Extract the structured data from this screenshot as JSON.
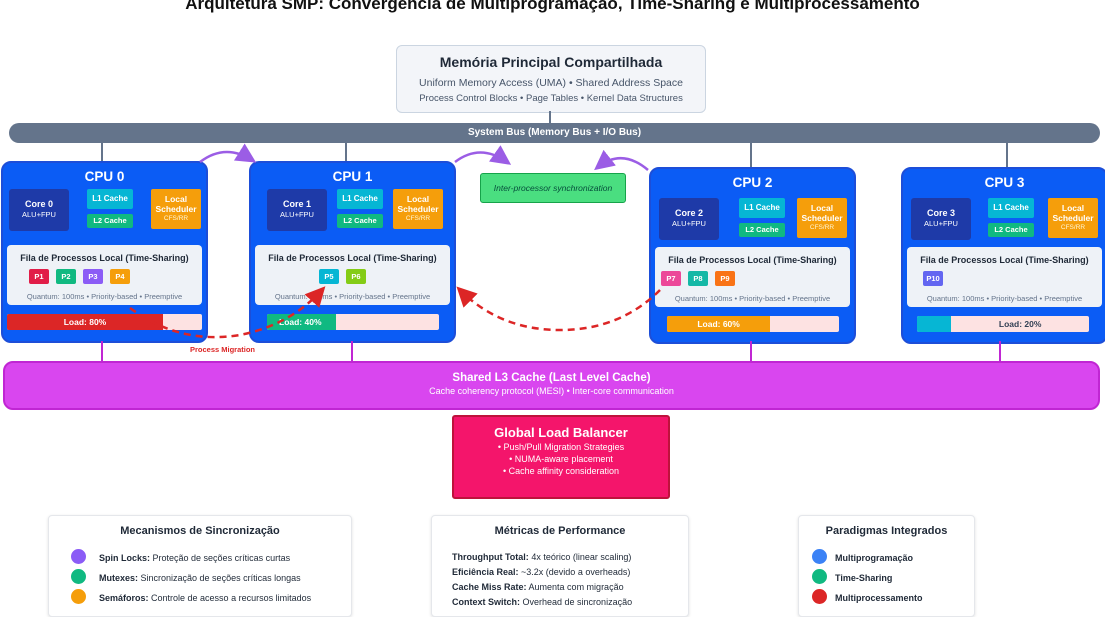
{
  "title": "Arquitetura SMP: Convergência de Multiprogramação, Time-Sharing e Multiprocessamento",
  "memory": {
    "title": "Memória Principal Compartilhada",
    "line1": "Uniform Memory Access (UMA) • Shared Address Space",
    "line2": "Process Control Blocks • Page Tables • Kernel Data Structures"
  },
  "bus": "System Bus (Memory Bus + I/O Bus)",
  "sync_label": "Inter-processor synchronization",
  "migration_label": "Process Migration",
  "cpus": [
    {
      "name": "CPU 0",
      "core": "Core 0",
      "core_sub": "ALU+FPU",
      "l1": "L1 Cache",
      "l2": "L2 Cache",
      "sched": "Local Scheduler",
      "sched_sub": "CFS/RR",
      "queue_title": "Fila de Processos Local (Time-Sharing)",
      "queue_meta": "Quantum: 100ms • Priority-based • Preemptive",
      "procs": [
        {
          "id": "P1",
          "color": "#e11d48"
        },
        {
          "id": "P2",
          "color": "#10b981"
        },
        {
          "id": "P3",
          "color": "#8b5cf6"
        },
        {
          "id": "P4",
          "color": "#f59e0b"
        }
      ],
      "load_label": "Load: 80%",
      "load": 0.8,
      "load_color": "#dc2626"
    },
    {
      "name": "CPU 1",
      "core": "Core 1",
      "core_sub": "ALU+FPU",
      "l1": "L1 Cache",
      "l2": "L2 Cache",
      "sched": "Local Scheduler",
      "sched_sub": "CFS/RR",
      "queue_title": "Fila de Processos Local (Time-Sharing)",
      "queue_meta": "Quantum: 100ms • Priority-based • Preemptive",
      "procs": [
        {
          "id": "P5",
          "color": "#06b6d4"
        },
        {
          "id": "P6",
          "color": "#84cc16"
        }
      ],
      "load_label": "Load: 40%",
      "load": 0.4,
      "load_color": "#10b981"
    },
    {
      "name": "CPU 2",
      "core": "Core 2",
      "core_sub": "ALU+FPU",
      "l1": "L1 Cache",
      "l2": "L2 Cache",
      "sched": "Local Scheduler",
      "sched_sub": "CFS/RR",
      "queue_title": "Fila de Processos Local (Time-Sharing)",
      "queue_meta": "Quantum: 100ms • Priority-based • Preemptive",
      "procs": [
        {
          "id": "P7",
          "color": "#ec4899"
        },
        {
          "id": "P8",
          "color": "#14b8a6"
        },
        {
          "id": "P9",
          "color": "#f97316"
        }
      ],
      "load_label": "Load: 60%",
      "load": 0.6,
      "load_color": "#f59e0b"
    },
    {
      "name": "CPU 3",
      "core": "Core 3",
      "core_sub": "ALU+FPU",
      "l1": "L1 Cache",
      "l2": "L2 Cache",
      "sched": "Local Scheduler",
      "sched_sub": "CFS/RR",
      "queue_title": "Fila de Processos Local (Time-Sharing)",
      "queue_meta": "Quantum: 100ms • Priority-based • Preemptive",
      "procs": [
        {
          "id": "P10",
          "color": "#6366f1"
        }
      ],
      "load_label": "Load: 20%",
      "load": 0.2,
      "load_color": "#06b6d4"
    }
  ],
  "l3": {
    "title": "Shared L3 Cache (Last Level Cache)",
    "sub": "Cache coherency protocol (MESI) • Inter-core communication"
  },
  "balancer": {
    "title": "Global Load Balancer",
    "items": [
      "• Push/Pull Migration Strategies",
      "• NUMA-aware placement",
      "• Cache affinity consideration"
    ]
  },
  "sync_panel": {
    "title": "Mecanismos de Sincronização",
    "items": [
      {
        "bold": "Spin Locks:",
        "text": " Proteção de seções críticas curtas",
        "color": "#8b5cf6"
      },
      {
        "bold": "Mutexes:",
        "text": " Sincronização de seções críticas longas",
        "color": "#10b981"
      },
      {
        "bold": "Semáforos:",
        "text": " Controle de acesso a recursos limitados",
        "color": "#f59e0b"
      }
    ]
  },
  "metrics_panel": {
    "title": "Métricas de Performance",
    "items": [
      {
        "bold": "Throughput Total:",
        "text": " 4x teórico (linear scaling)"
      },
      {
        "bold": "Eficiência Real:",
        "text": " ~3.2x (devido a overheads)"
      },
      {
        "bold": "Cache Miss Rate:",
        "text": " Aumenta com migração"
      },
      {
        "bold": "Context Switch:",
        "text": " Overhead de sincronização"
      }
    ]
  },
  "paradigms_panel": {
    "title": "Paradigmas Integrados",
    "items": [
      {
        "text": "Multiprogramação",
        "color": "#3b82f6"
      },
      {
        "text": "Time-Sharing",
        "color": "#10b981"
      },
      {
        "text": "Multiprocessamento",
        "color": "#dc2626"
      }
    ]
  }
}
